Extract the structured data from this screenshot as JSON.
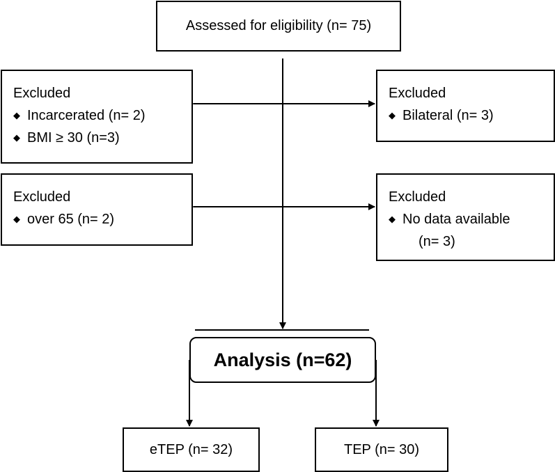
{
  "top": {
    "label": "Assessed for eligibility (n= 75)"
  },
  "left1": {
    "title": "Excluded",
    "items": [
      "Incarcerated (n= 2)",
      "BMI ≥  30 (n=3)"
    ]
  },
  "right1": {
    "title": "Excluded",
    "items": [
      "Bilateral (n= 3)"
    ]
  },
  "left2": {
    "title": "Excluded",
    "items": [
      "over 65 (n= 2)"
    ]
  },
  "right2": {
    "title": "Excluded",
    "item_line1": "No data available",
    "item_line2": "(n= 3)"
  },
  "analysis": {
    "label": "Analysis (n=62)"
  },
  "etep": {
    "label": "eTEP (n= 32)"
  },
  "tep": {
    "label": "TEP (n= 30)"
  },
  "bullet_glyph": "◆",
  "colors": {
    "stroke": "#000000",
    "background": "#ffffff"
  }
}
